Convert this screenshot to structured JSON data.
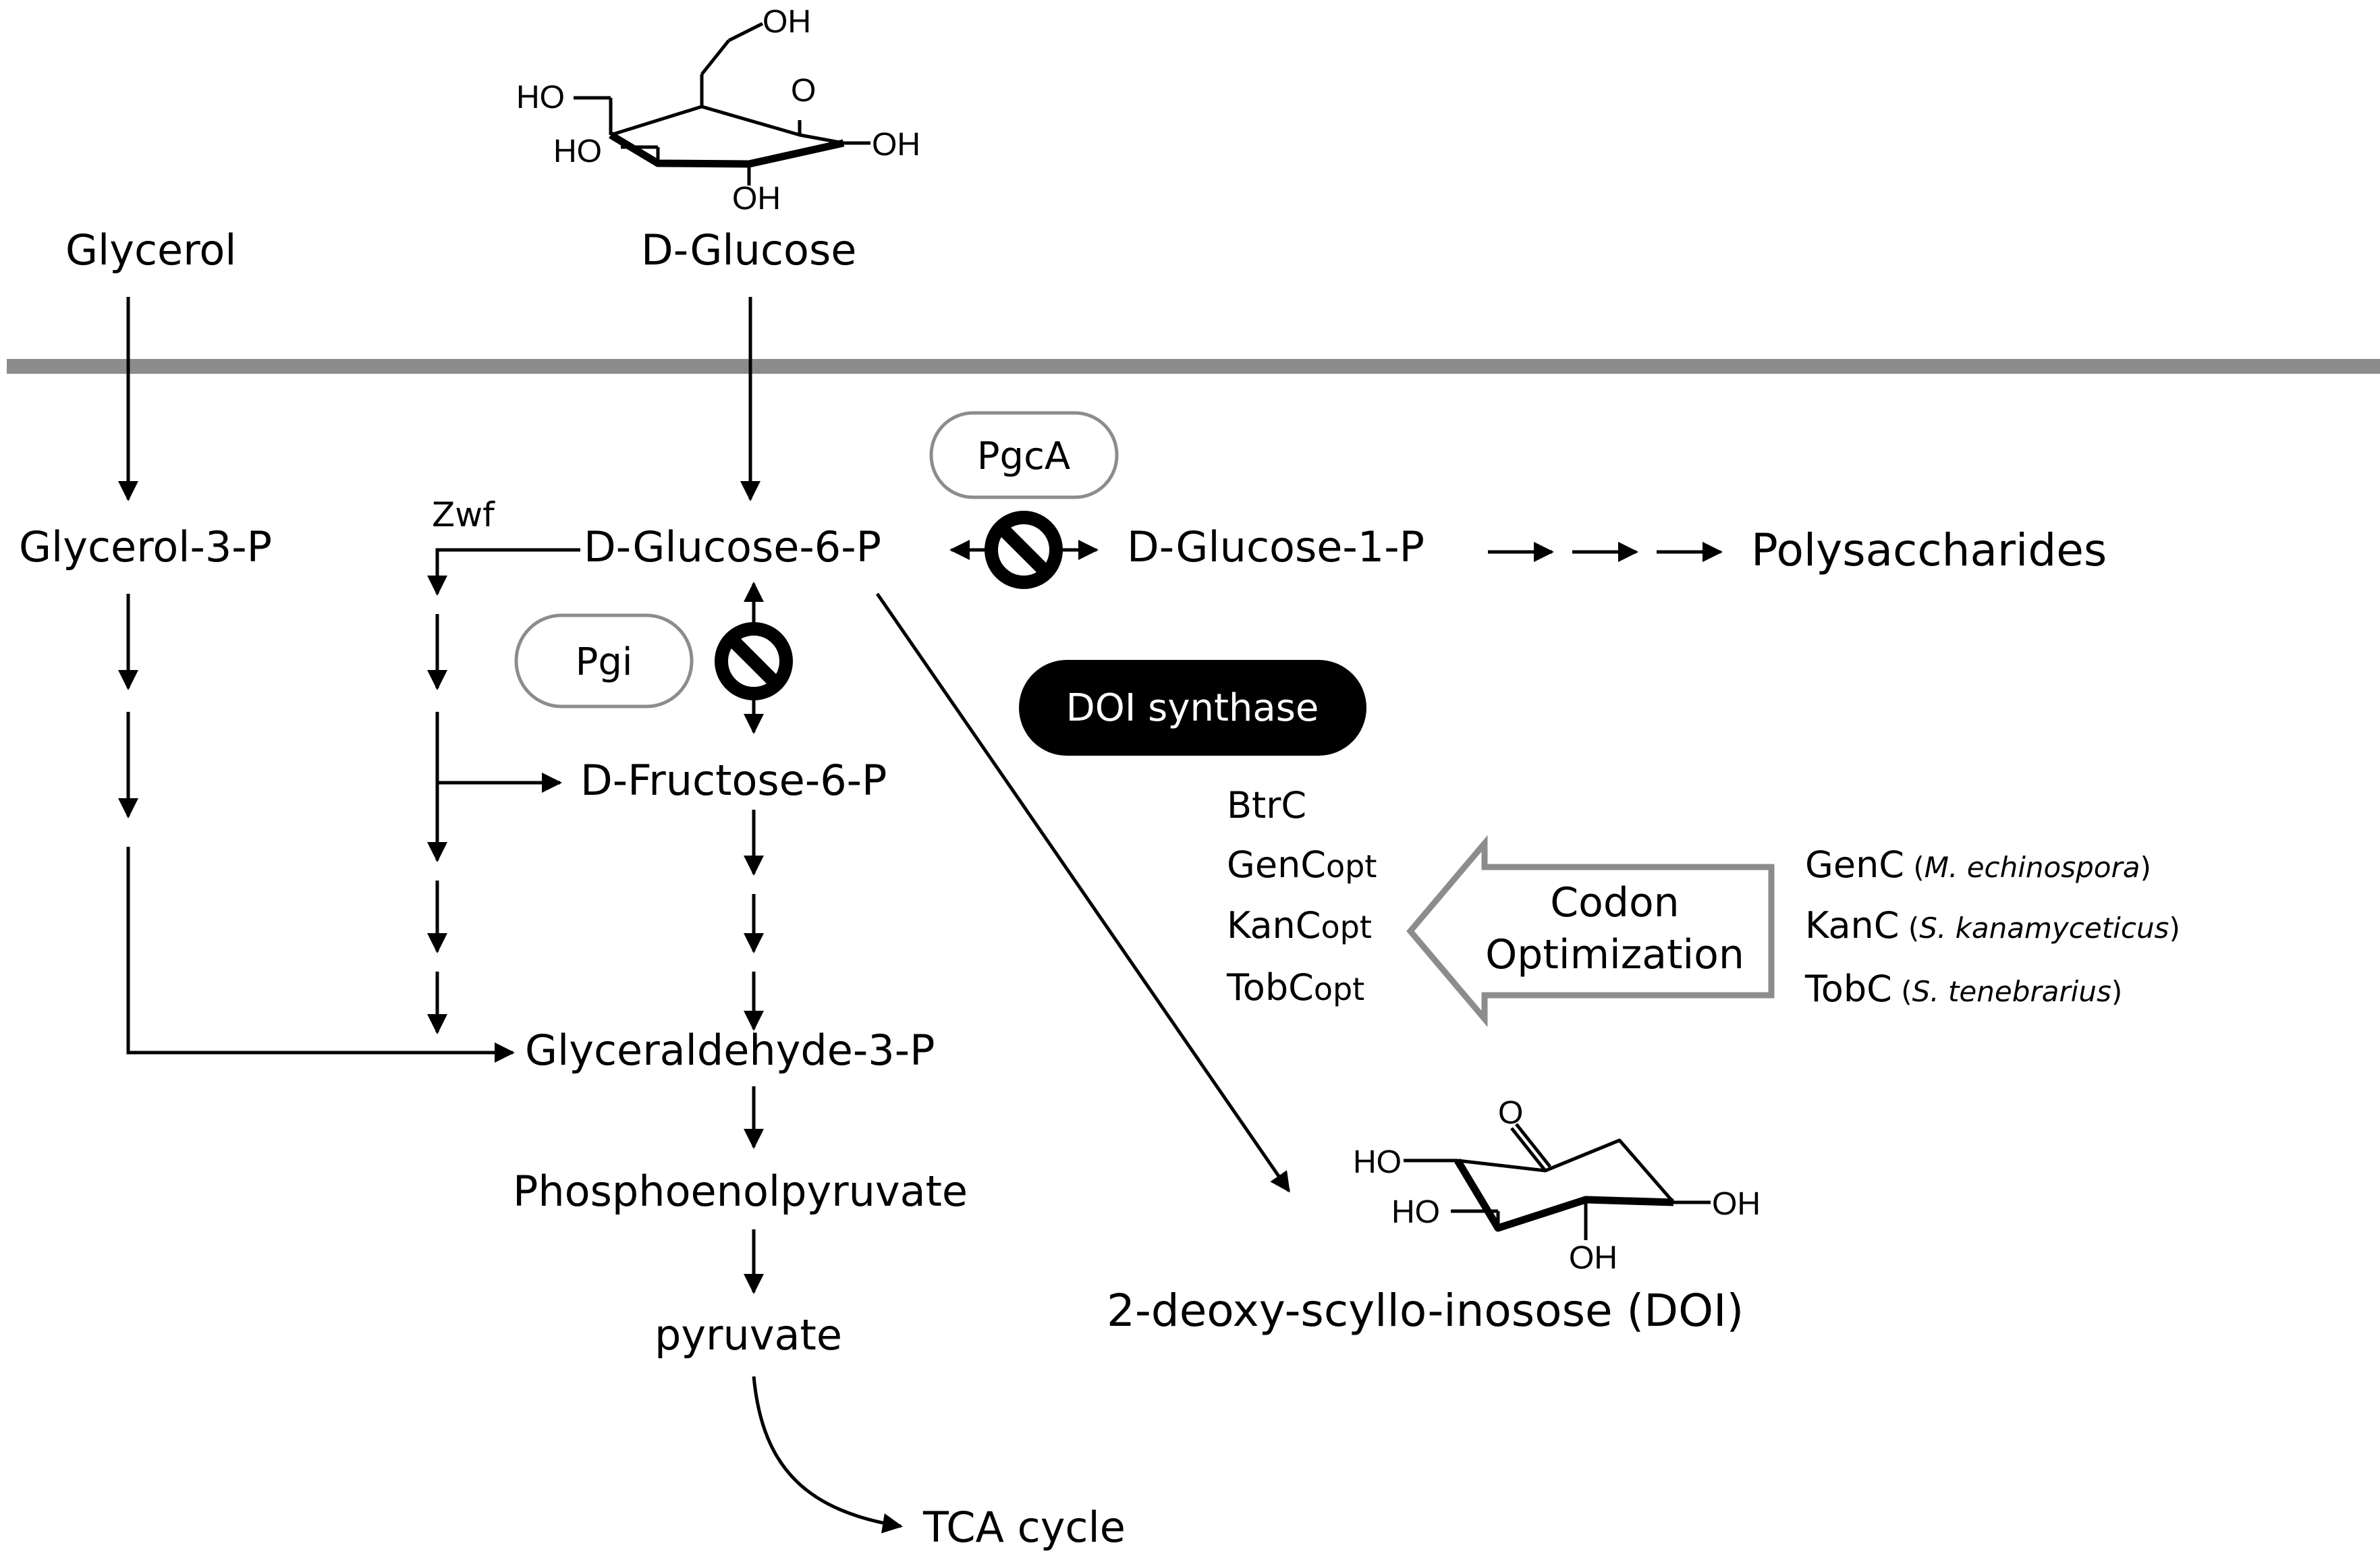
{
  "colors": {
    "ink": "#000000",
    "membrane": "#8c8c8c",
    "outline": "#8c8c8c",
    "background": "#ffffff",
    "pill_dark": "#000000",
    "pill_dark_text": "#ffffff"
  },
  "extracellular": {
    "glycerol": "Glycerol",
    "glucose": "D-Glucose"
  },
  "molecules": {
    "glucose_structure": {
      "hydroxyl": "HO",
      "hydroxyl_right": "OH",
      "ring_oxygen": "O"
    },
    "doi_structure": {
      "hydroxyl": "HO",
      "hydroxyl_right": "OH",
      "carbonyl_oxygen": "O"
    }
  },
  "metabolites": {
    "glycerol_3p": "Glycerol-3-P",
    "glucose_6p": "D-Glucose-6-P",
    "glucose_1p": "D-Glucose-1-P",
    "polysaccharides": "Polysaccharides",
    "fructose_6p": "D-Fructose-6-P",
    "g3p": "Glyceraldehyde-3-P",
    "pep": "Phosphoenolpyruvate",
    "pyruvate": "pyruvate",
    "tca": "TCA cycle",
    "doi": "2-deoxy-scyllo-inosose (DOI)"
  },
  "enzymes": {
    "zwf": "Zwf",
    "pgca": "PgcA",
    "pgi": "Pgi",
    "doi_synthase": "DOI synthase"
  },
  "codon_optimization": {
    "label_line1": "Codon",
    "label_line2": "Optimization",
    "optimized": [
      {
        "name": "BtrC",
        "suffix": ""
      },
      {
        "name": "GenC",
        "suffix": "opt"
      },
      {
        "name": "KanC",
        "suffix": "opt"
      },
      {
        "name": "TobC",
        "suffix": "opt"
      }
    ],
    "native": [
      {
        "name": "GenC",
        "organism": "M. echinospora"
      },
      {
        "name": "KanC",
        "organism": "S. kanamyceticus"
      },
      {
        "name": "TobC",
        "organism": "S. tenebrarius"
      }
    ]
  }
}
